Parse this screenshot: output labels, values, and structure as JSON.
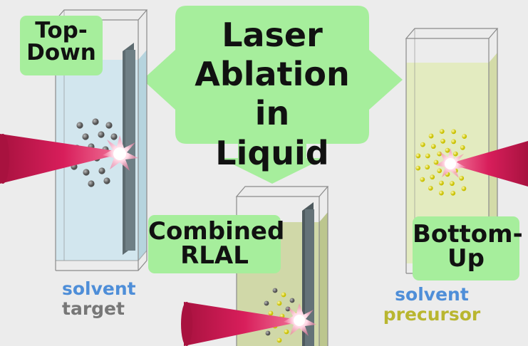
{
  "center": {
    "lines": [
      "Laser",
      "Ablation in",
      "Liquid"
    ]
  },
  "methods": [
    {
      "lines": [
        "Top-",
        "Down"
      ]
    },
    {
      "lines": [
        "Combined",
        "RLAL"
      ]
    },
    {
      "lines": [
        "Bottom-",
        "Up"
      ]
    }
  ],
  "legend_left": {
    "solvent": "solvent",
    "target": "target"
  },
  "legend_right": {
    "solvent": "solvent",
    "precursor": "precursor"
  },
  "colors": {
    "background": "#ececec",
    "label_green": "#a6ee9c",
    "laser_red": "#d81e5b",
    "solvent_blue": "#cfe6ee",
    "solvent_yellow": "#e3ebbe",
    "target_gray": "#5d6b70",
    "particle_gray": "#6f6f6f",
    "particle_yellow": "#f4ee2a",
    "text_blue": "#4e8ed8",
    "text_gray": "#777777",
    "text_olive": "#b9b630"
  },
  "icons": [
    "laser-beam-icon",
    "cuvette-icon",
    "plasma-flash-icon",
    "nanoparticle-icon",
    "four-way-arrow-icon"
  ]
}
